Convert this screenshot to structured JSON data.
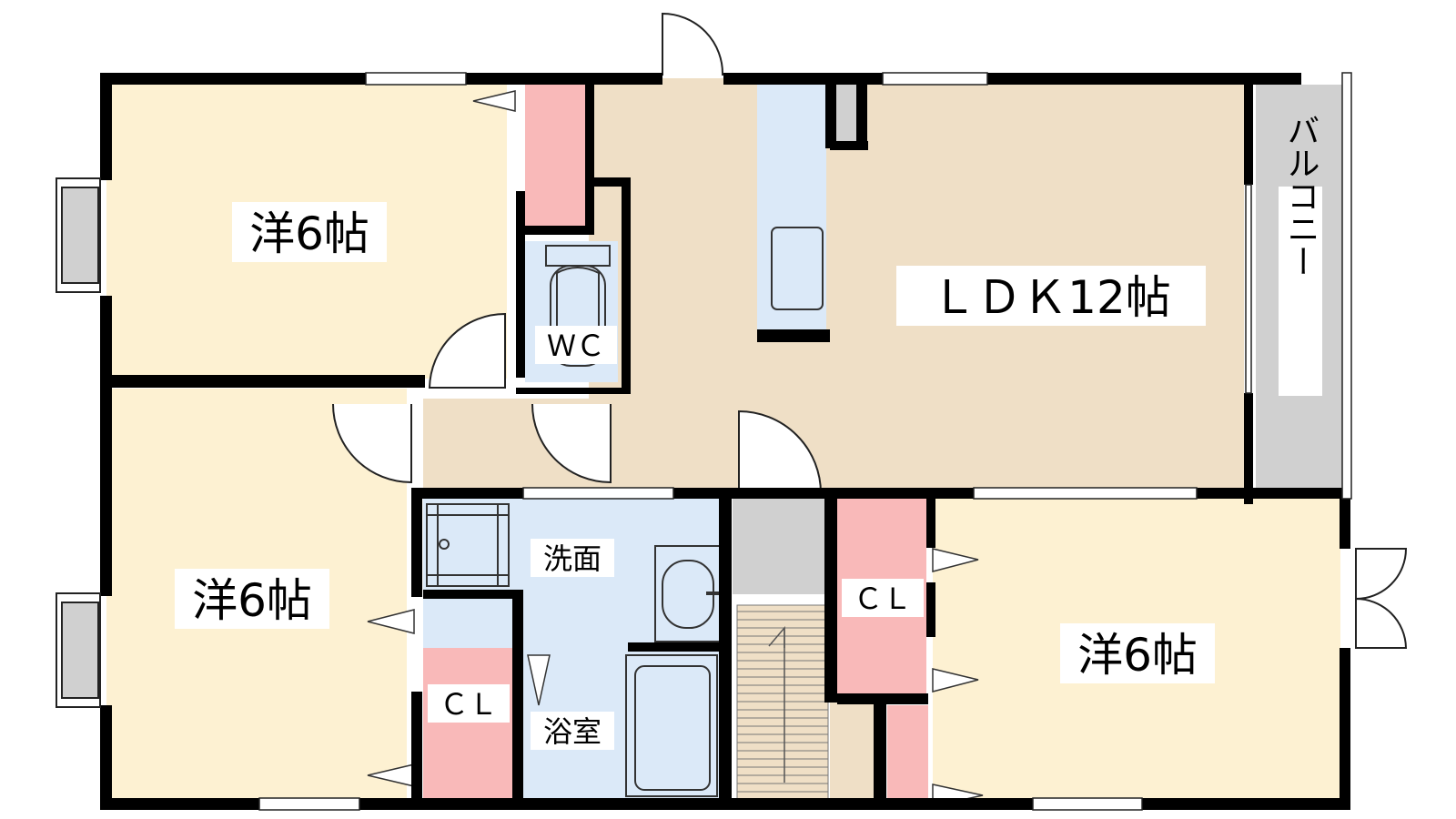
{
  "rooms": {
    "western_top": {
      "label": "洋6帖"
    },
    "western_left": {
      "label": "洋6帖"
    },
    "western_right": {
      "label": "洋6帖"
    },
    "ldk": {
      "label": "ＬＤＫ12帖"
    },
    "wc": {
      "label": "ＷＣ"
    },
    "washroom": {
      "label": "洗面"
    },
    "bathroom": {
      "label": "浴室"
    },
    "closet_left": {
      "label": "ＣＬ"
    },
    "closet_right": {
      "label": "ＣＬ"
    },
    "balcony": {
      "label": "バルコニー"
    }
  },
  "colors": {
    "bedroom": "#fdf1d2",
    "ldk": "#efdfc6",
    "closet": "#f9b9b9",
    "wet": "#dbe9f8",
    "balcony": "#d0d0d0",
    "wall": "#000000"
  }
}
